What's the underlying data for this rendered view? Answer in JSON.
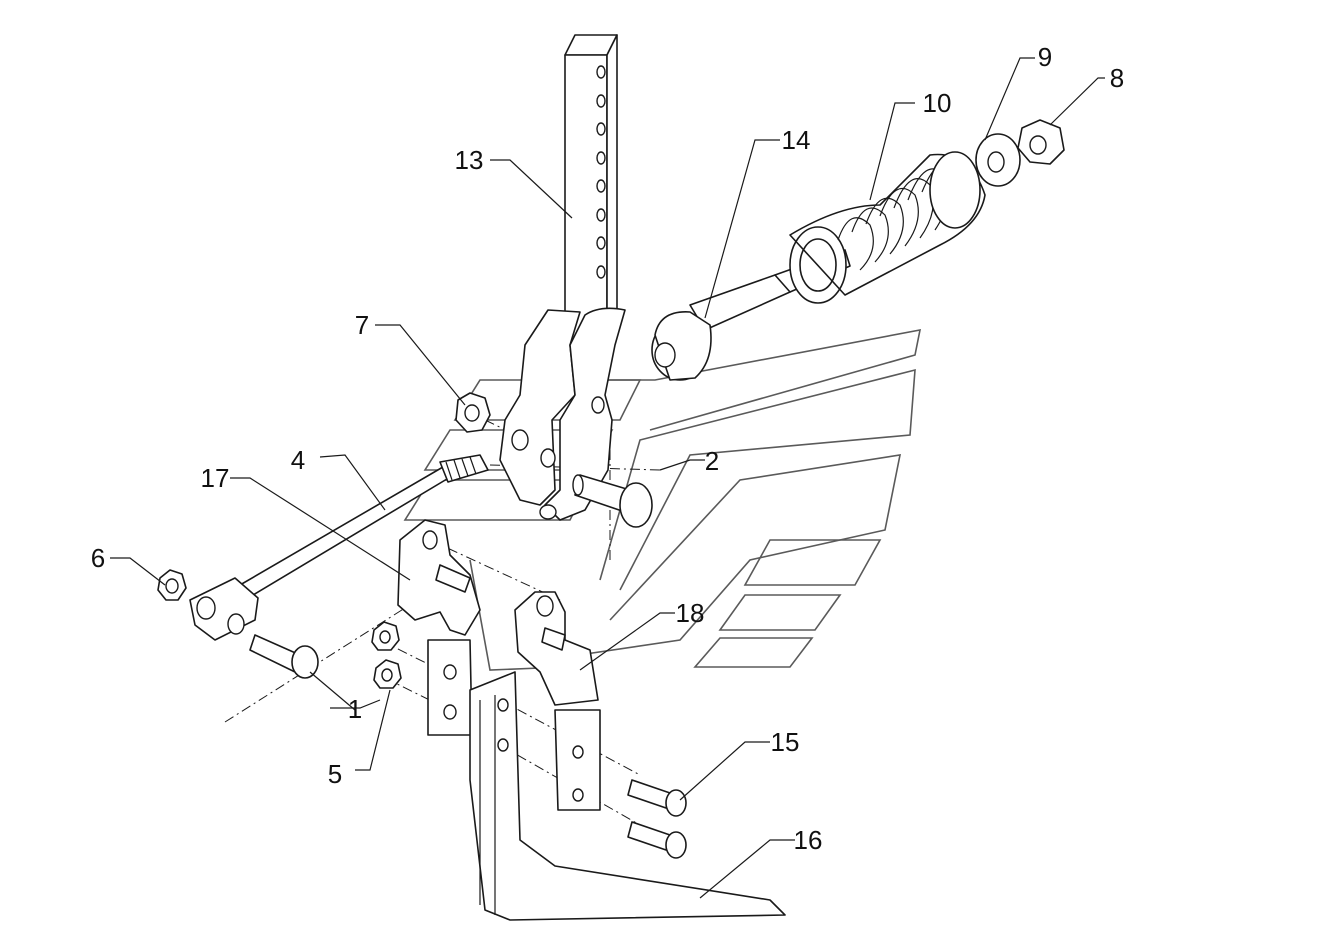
{
  "callouts": [
    {
      "id": "1",
      "label": "1"
    },
    {
      "id": "2",
      "label": "2"
    },
    {
      "id": "4",
      "label": "4"
    },
    {
      "id": "5",
      "label": "5"
    },
    {
      "id": "6",
      "label": "6"
    },
    {
      "id": "7",
      "label": "7"
    },
    {
      "id": "8",
      "label": "8"
    },
    {
      "id": "9",
      "label": "9"
    },
    {
      "id": "10",
      "label": "10"
    },
    {
      "id": "13",
      "label": "13"
    },
    {
      "id": "14",
      "label": "14"
    },
    {
      "id": "15",
      "label": "15"
    },
    {
      "id": "16",
      "label": "16"
    },
    {
      "id": "17",
      "label": "17"
    },
    {
      "id": "18",
      "label": "18"
    }
  ]
}
